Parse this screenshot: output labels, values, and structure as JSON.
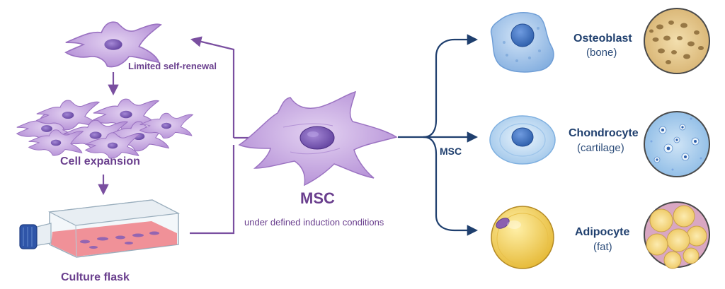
{
  "labels": {
    "self_renewal": "Limited self-renewal",
    "cell_expansion": "Cell expansion",
    "culture_flask": "Culture flask",
    "msc_center": "MSC",
    "induction": "under defined induction conditions",
    "msc_branch": "MSC"
  },
  "fates": [
    {
      "name": "Osteoblast",
      "tissue": "(bone)"
    },
    {
      "name": "Chondrocyte",
      "tissue": "(cartilage)"
    },
    {
      "name": "Adipocyte",
      "tissue": "(fat)"
    }
  ],
  "colors": {
    "purple_arrow": "#7a4fa0",
    "navy_arrow": "#1f3f6e",
    "msc_cell": "#c8a8e0",
    "msc_nucleus": "#7e5bb8",
    "osteo_cell": "#a9c9ec",
    "chondro_cell": "#c8e0f4",
    "adipo_cell": "#f2d35a",
    "flask_medium": "#ee7f86"
  }
}
